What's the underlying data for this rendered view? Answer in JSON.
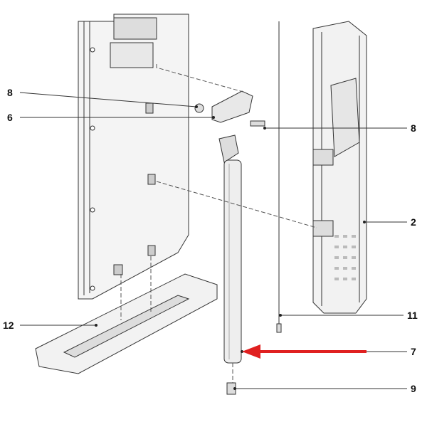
{
  "diagram": {
    "callouts": [
      {
        "id": "left-8",
        "label": "8"
      },
      {
        "id": "left-6",
        "label": "6"
      },
      {
        "id": "right-8",
        "label": "8"
      },
      {
        "id": "right-2",
        "label": "2"
      },
      {
        "id": "right-11",
        "label": "11"
      },
      {
        "id": "left-12",
        "label": "12"
      },
      {
        "id": "right-7",
        "label": "7"
      },
      {
        "id": "right-9",
        "label": "9"
      }
    ],
    "highlight_color": "#e02020",
    "line_color": "#222222"
  }
}
